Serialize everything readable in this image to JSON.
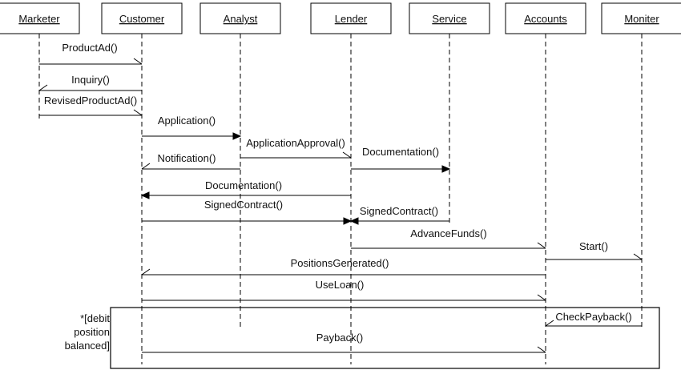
{
  "actors": [
    {
      "id": "marketer",
      "label": "Marketer"
    },
    {
      "id": "customer",
      "label": "Customer"
    },
    {
      "id": "analyst",
      "label": "Analyst"
    },
    {
      "id": "lender",
      "label": "Lender"
    },
    {
      "id": "service",
      "label": "Service"
    },
    {
      "id": "accounts",
      "label": "Accounts"
    },
    {
      "id": "moniter",
      "label": "Moniter"
    }
  ],
  "messages": [
    {
      "label": "ProductAd()",
      "from": "marketer",
      "to": "customer",
      "arrow": "open"
    },
    {
      "label": "Inquiry()",
      "from": "customer",
      "to": "marketer",
      "arrow": "open"
    },
    {
      "label": "RevisedProductAd()",
      "from": "marketer",
      "to": "customer",
      "arrow": "open"
    },
    {
      "label": "Application()",
      "from": "customer",
      "to": "analyst",
      "arrow": "filled"
    },
    {
      "label": "ApplicationApproval()",
      "from": "analyst",
      "to": "lender",
      "arrow": "open"
    },
    {
      "label": "Documentation()",
      "from": "lender",
      "to": "service",
      "arrow": "filled"
    },
    {
      "label": "Notification()",
      "from": "analyst",
      "to": "customer",
      "arrow": "open"
    },
    {
      "label": "Documentation()",
      "from": "lender",
      "to": "customer",
      "arrow": "filled"
    },
    {
      "label": "SignedContract()",
      "from": "customer",
      "to": "lender",
      "arrow": "filled"
    },
    {
      "label": "SignedContract()",
      "from": "service",
      "to": "lender",
      "arrow": "filled"
    },
    {
      "label": "AdvanceFunds()",
      "from": "lender",
      "to": "accounts",
      "arrow": "open"
    },
    {
      "label": "Start()",
      "from": "accounts",
      "to": "moniter",
      "arrow": "open"
    },
    {
      "label": "PositionsGenerated()",
      "from": "accounts",
      "to": "customer",
      "arrow": "open"
    },
    {
      "label": "UseLoan()",
      "from": "customer",
      "to": "accounts",
      "arrow": "open"
    },
    {
      "label": "CheckPayback()",
      "from": "moniter",
      "to": "accounts",
      "arrow": "open"
    },
    {
      "label": "Payback()",
      "from": "customer",
      "to": "accounts",
      "arrow": "open"
    }
  ],
  "loop_frame": {
    "guard_lines": [
      "*[debit",
      "position",
      "balanced]"
    ]
  }
}
